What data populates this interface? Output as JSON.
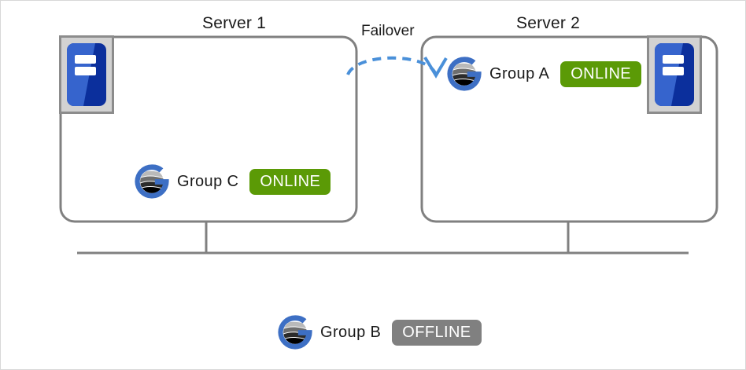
{
  "diagram": {
    "title_server1": "Server 1",
    "title_server2": "Server 2",
    "failover_label": "Failover",
    "colors": {
      "online": "#5b9a06",
      "offline": "#808080",
      "box_stroke": "#808080",
      "arrow": "#4a90d9",
      "logo_ring": "#3d6fc4",
      "icon_chassis_dark": "#0b2f9c",
      "icon_chassis_light": "#3664cd",
      "icon_frame": "#8c8c8c",
      "icon_frame_fill": "#d2d2d2"
    },
    "servers": [
      {
        "name": "server-1",
        "title": "Server 1",
        "icon": "server-appliance-icon",
        "groups": [
          {
            "logo": "group-globe-icon",
            "label": "Group  C",
            "status": "ONLINE",
            "state": "online"
          }
        ]
      },
      {
        "name": "server-2",
        "title": "Server 2",
        "icon": "server-appliance-icon",
        "groups": [
          {
            "logo": "group-globe-icon",
            "label": "Group A",
            "status": "ONLINE",
            "state": "online"
          }
        ]
      }
    ],
    "failover": {
      "label": "Failover",
      "from": "server-1",
      "to": "server-2",
      "style": "dashed-curved-arrow"
    },
    "offline_group": {
      "logo": "group-globe-icon",
      "label": "Group B",
      "status": "OFFLINE",
      "state": "offline"
    }
  }
}
